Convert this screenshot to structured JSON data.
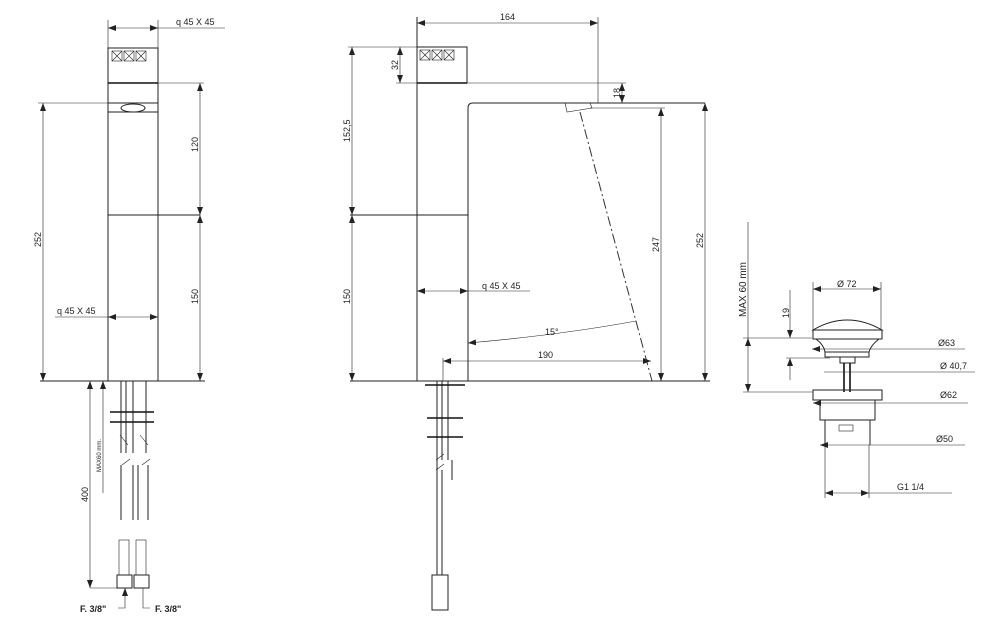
{
  "front_view": {
    "top_section": "q  45 X 45",
    "bottom_section": "q  45 X 45",
    "height_total": "252",
    "height_upper": "120",
    "height_lower": "150",
    "hose_length": "400",
    "max_label": "MAX60 mm.",
    "connector_left": "F. 3/8\"",
    "connector_right": "F. 3/8\""
  },
  "side_view": {
    "reach": "164",
    "handle_height": "32",
    "upper_height": "152,5",
    "lower_height": "150",
    "spout_offset": "18",
    "section": "q  45 X 45",
    "angle": "15°",
    "jet_reach": "190",
    "outlet_height": "247",
    "height_total": "252"
  },
  "drain": {
    "max_label": "MAX 60 mm",
    "cap_height": "19",
    "cap_diameter": "Ø 72",
    "d63": "Ø63",
    "d40": "Ø 40,7",
    "d62": "Ø62",
    "d50": "Ø50",
    "thread": "G1 1/4"
  }
}
